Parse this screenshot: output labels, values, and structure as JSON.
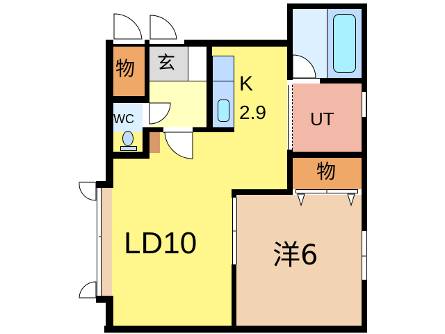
{
  "floorplan": {
    "rooms": {
      "storage_left": {
        "label": "物",
        "color": "#f0a868"
      },
      "entrance": {
        "label": "玄",
        "color": "#dcdcdc"
      },
      "wc": {
        "label": "WC",
        "color": "#dcf0ff"
      },
      "kitchen": {
        "label": "K",
        "size": "2.9",
        "color": "#fff68c"
      },
      "bath": {
        "color": "#dcf0ff",
        "tub_color": "#a8f0ff"
      },
      "utility": {
        "label": "UT",
        "color": "#f2b8a8"
      },
      "storage_right": {
        "label": "物",
        "color": "#f0a868"
      },
      "living_dining": {
        "label": "LD10",
        "color": "#fff68c"
      },
      "western_room": {
        "label": "洋6",
        "color": "#f2d4b4"
      }
    },
    "colors": {
      "wall": "#000000",
      "hall": "#ffffc0",
      "counter": "#c0dcff",
      "sink": "#a8f0ff",
      "balcony": "#f2d4b4",
      "door_panel": "#d89a68"
    }
  }
}
